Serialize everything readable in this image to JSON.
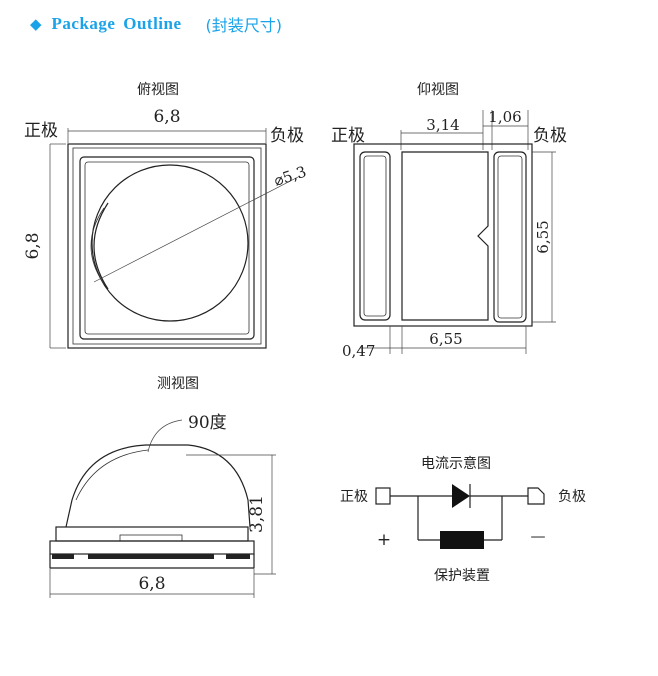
{
  "header": {
    "title": "Package  Outline",
    "subtitle": "(封装尺寸)",
    "accent_color": "#1aa3e8",
    "bullet_icon": "diamond-icon"
  },
  "top_view": {
    "label": "俯视图",
    "width": "6,8",
    "height": "6,8",
    "lens_diameter": "⌀5,3",
    "positive": "正极",
    "negative": "负极"
  },
  "bottom_view": {
    "label": "仰视图",
    "pad_width": "3,14",
    "pad_small_width": "1,06",
    "pad_height": "6,55",
    "pad_total_width": "6,55",
    "gap": "0,47",
    "positive": "正极",
    "negative": "负极"
  },
  "side_view": {
    "label": "测视图",
    "angle": "90度",
    "height": "3,81",
    "width": "6,8"
  },
  "circuit": {
    "title": "电流示意图",
    "positive": "正极",
    "negative": "负极",
    "plus": "+",
    "minus": "—",
    "protection": "保护装置"
  }
}
